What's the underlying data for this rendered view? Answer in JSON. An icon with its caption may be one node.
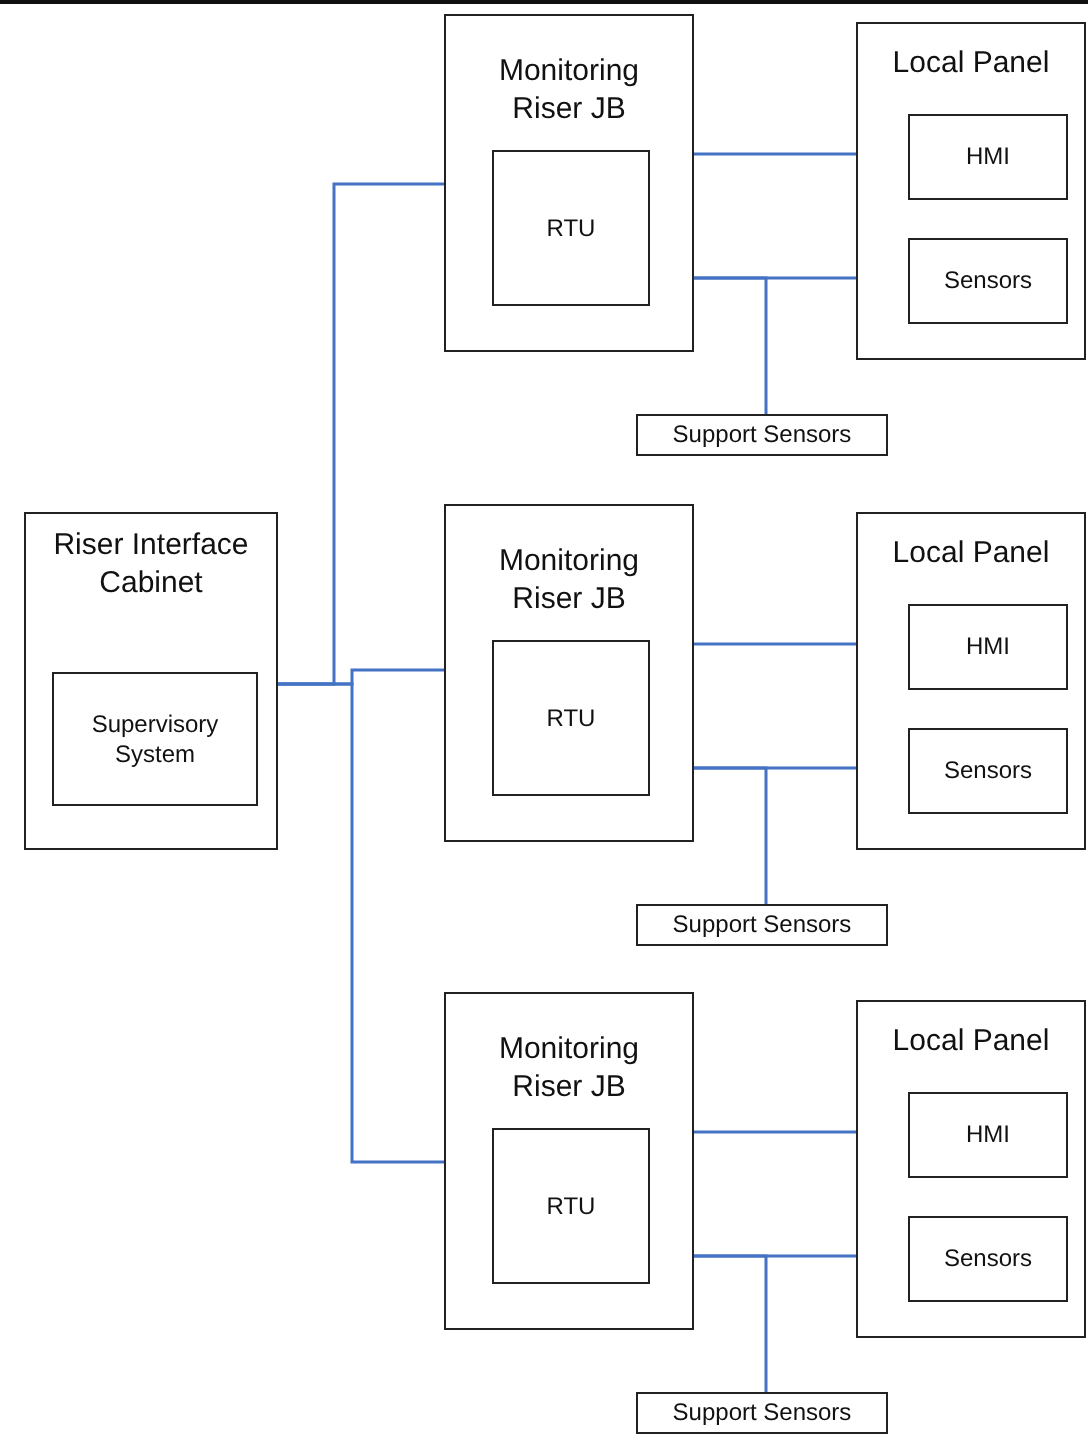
{
  "diagram": {
    "nodes": [
      {
        "text": [
          "Riser Interface Cabinet"
        ]
      },
      {
        "text": [
          "Supervisory System"
        ],
        "in": 0
      },
      {
        "text": [
          "Monitoring Riser JB"
        ]
      },
      {
        "text": [
          "RTU"
        ],
        "in": 2
      },
      {
        "text": [
          "Local Panel"
        ]
      },
      {
        "text": [
          "HMI"
        ],
        "in": 4
      },
      {
        "text": [
          "Sensors"
        ],
        "in": 4
      },
      {
        "text": [
          "Support Sensors"
        ]
      },
      {
        "text": [
          "Monitoring Riser JB"
        ]
      },
      {
        "text": [
          "RTU"
        ],
        "in": 8
      },
      {
        "text": [
          "Local Panel"
        ]
      },
      {
        "text": [
          "HMI"
        ],
        "in": 10
      },
      {
        "text": [
          "Sensors"
        ],
        "in": 10
      },
      {
        "text": [
          "Support Sensors"
        ]
      },
      {
        "text": [
          "Monitoring Riser JB"
        ]
      },
      {
        "text": [
          "RTU"
        ],
        "in": 14
      },
      {
        "text": [
          "Local Panel"
        ]
      },
      {
        "text": [
          "HMI"
        ],
        "in": 16
      },
      {
        "text": [
          "Sensors"
        ],
        "in": 16
      },
      {
        "text": [
          "Support Sensors"
        ]
      }
    ],
    "edges": [
      {
        "from": 0,
        "to": 2,
        "arrow": "none"
      },
      {
        "from": 0,
        "to": 8,
        "arrow": "none"
      },
      {
        "from": 0,
        "to": 14,
        "arrow": "none"
      },
      {
        "from": 3,
        "to": 5,
        "arrow": "none"
      },
      {
        "from": 3,
        "to": 6,
        "arrow": "none"
      },
      {
        "from": 3,
        "to": 7,
        "arrow": "none"
      },
      {
        "from": 9,
        "to": 11,
        "arrow": "none"
      },
      {
        "from": 9,
        "to": 12,
        "arrow": "none"
      },
      {
        "from": 9,
        "to": 13,
        "arrow": "none"
      },
      {
        "from": 15,
        "to": 17,
        "arrow": "none"
      },
      {
        "from": 15,
        "to": 18,
        "arrow": "none"
      },
      {
        "from": 15,
        "to": 19,
        "arrow": "none"
      }
    ]
  }
}
